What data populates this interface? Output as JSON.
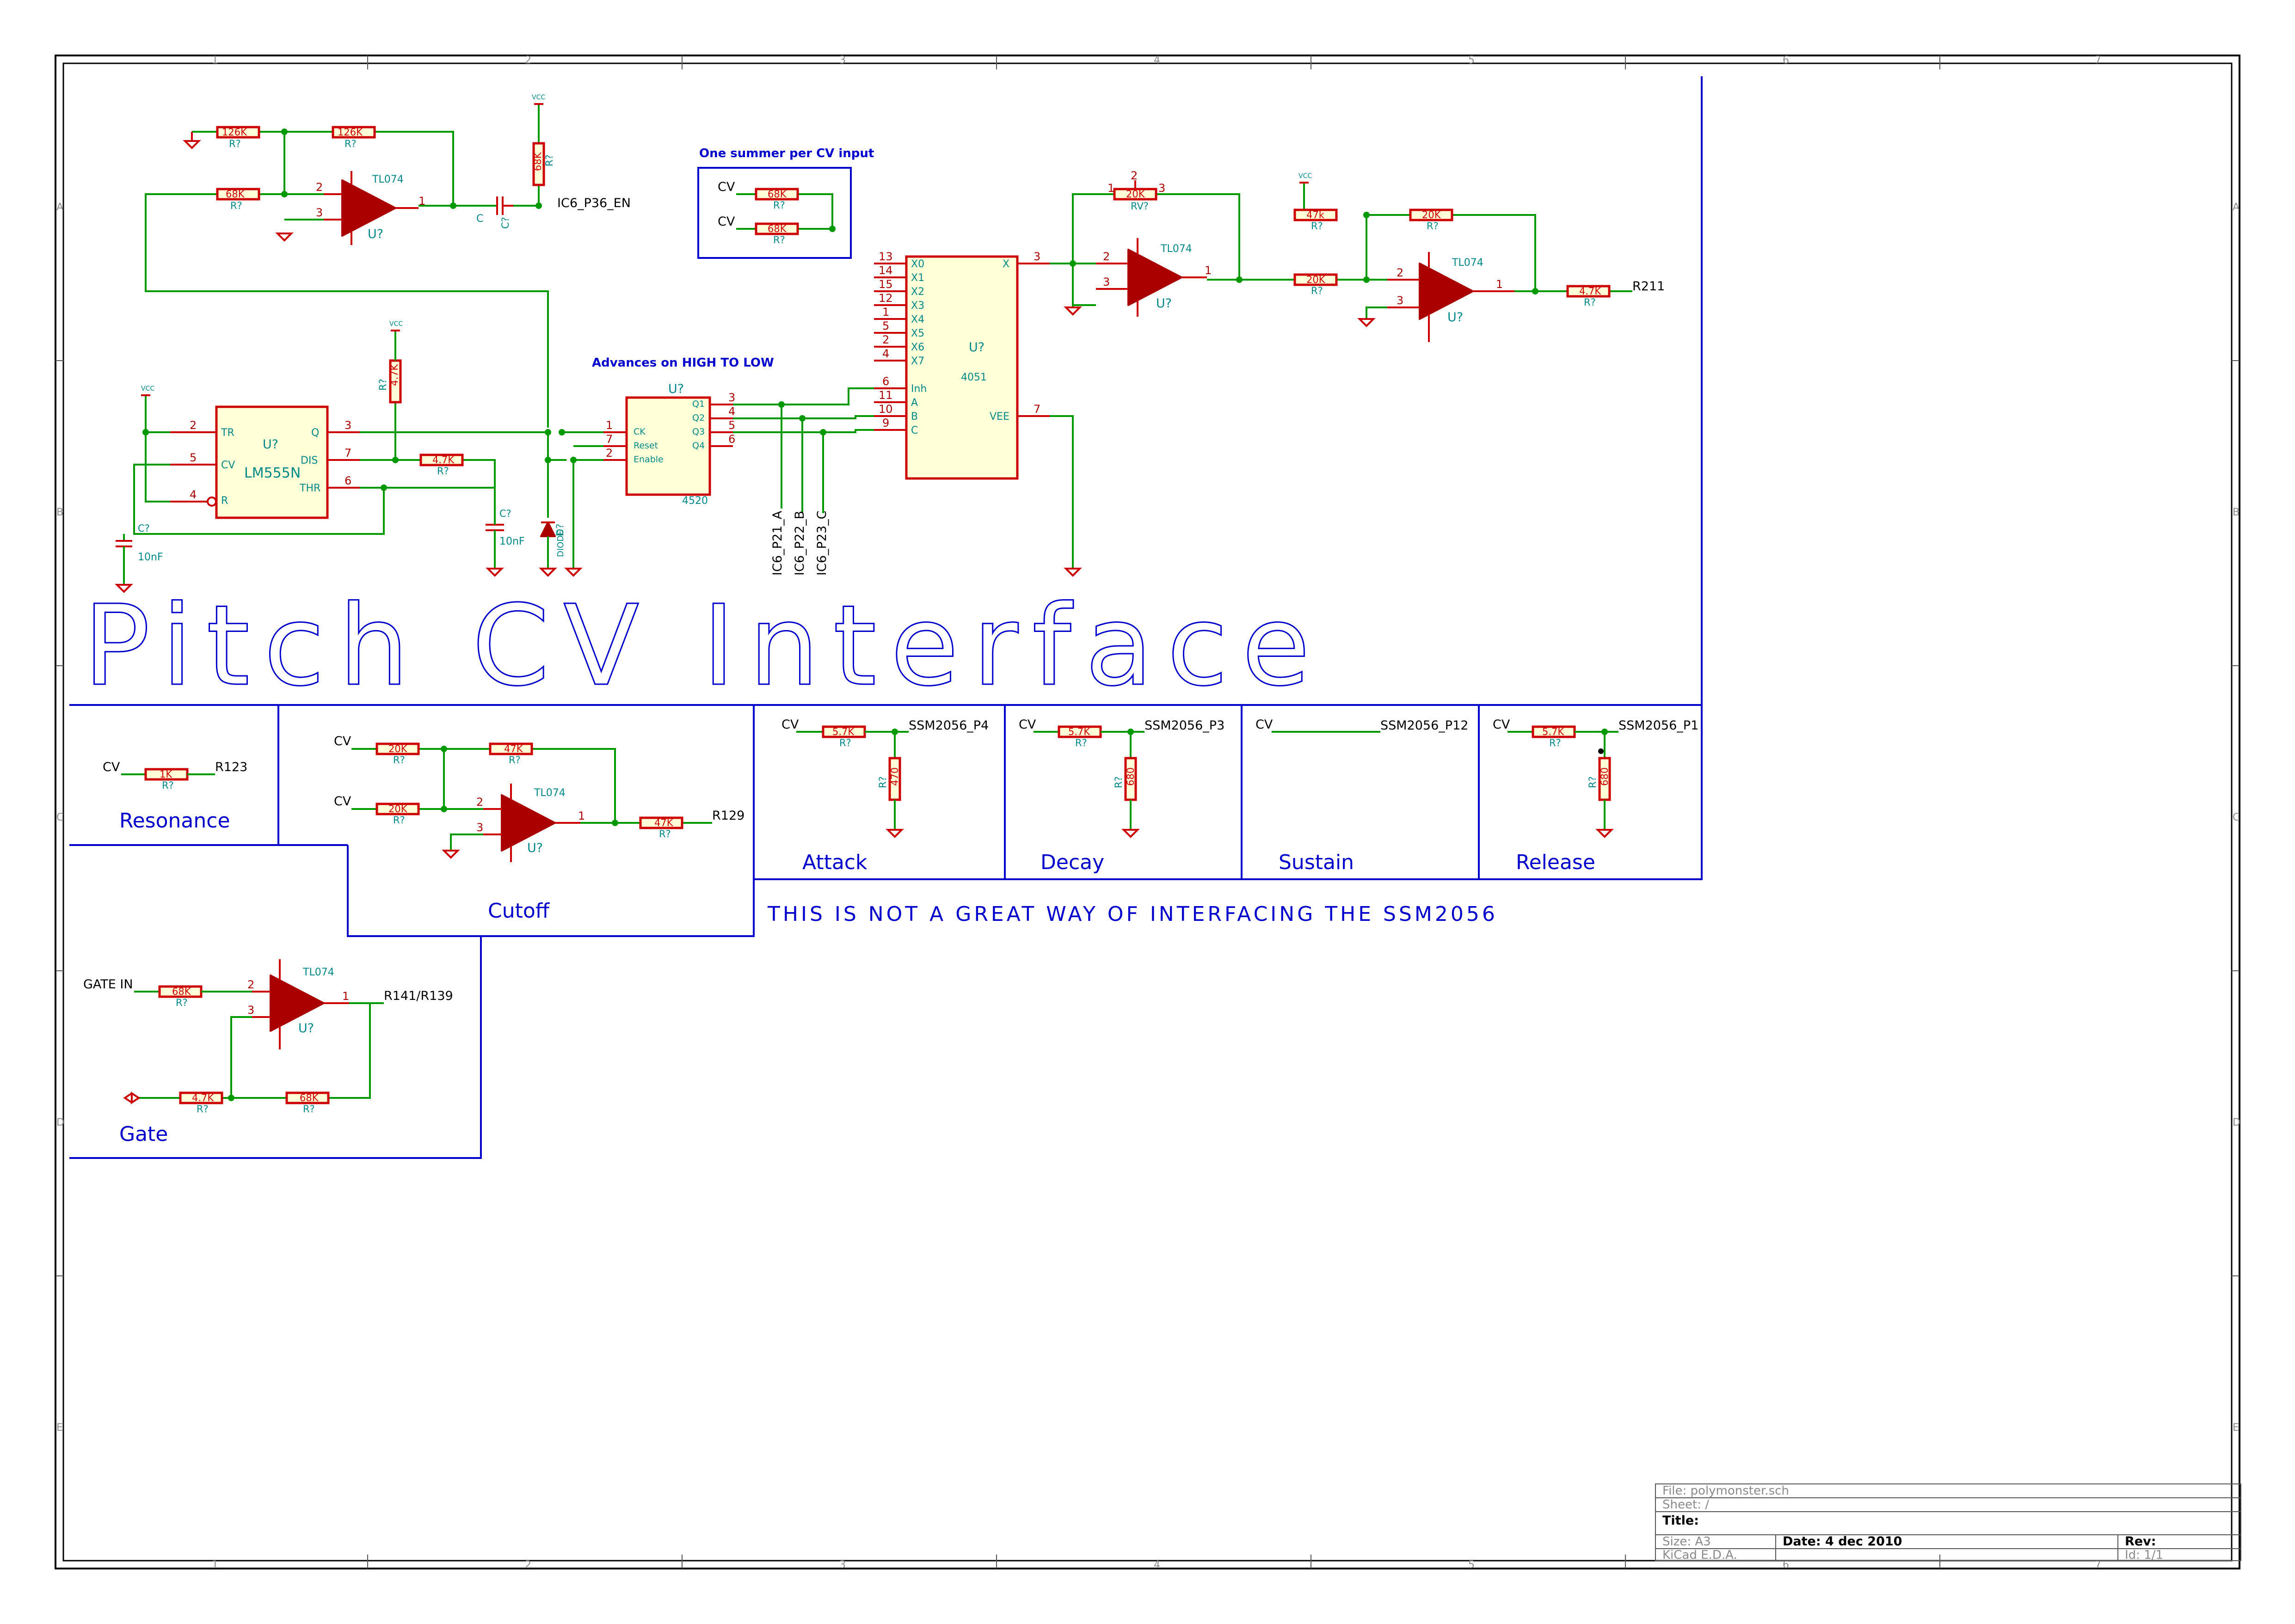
{
  "diagram": {
    "title": "Pitch CV Interface",
    "warning": "THIS IS NOT A GREAT WAY OF INTERFACING THE SSM2056",
    "notes": {
      "summer": "One summer per CV input",
      "advances": "Advances on HIGH TO LOW"
    },
    "ruler_numbers": [
      "1",
      "2",
      "3",
      "4",
      "5",
      "6",
      "7"
    ],
    "ruler_letters": [
      "A",
      "B",
      "C",
      "D",
      "E"
    ],
    "sections": {
      "resonance": "Resonance",
      "cutoff": "Cutoff",
      "gate": "Gate",
      "attack": "Attack",
      "decay": "Decay",
      "sustain": "Sustain",
      "release": "Release"
    },
    "net_labels": {
      "ic6_p36": "IC6_P36_EN",
      "ic6_p21": "IC6_P21_A",
      "ic6_p22": "IC6_P22_B",
      "ic6_p23": "IC6_P23_C",
      "r211": "R211",
      "r123": "R123",
      "r129": "R129",
      "r141": "R141/R139",
      "cv": "CV",
      "gate_in": "GATE IN",
      "ssm_p4": "SSM2056_P4",
      "ssm_p3": "SSM2056_P3",
      "ssm_p12": "SSM2056_P12",
      "ssm_p1": "SSM2056_P1",
      "vcc": "VCC"
    },
    "parts": {
      "r_ref": "R?",
      "u_ref": "U?",
      "c_ref": "C?",
      "rv_ref": "RV?",
      "d_ref": "D?",
      "c_val": "C",
      "tl074": "TL074",
      "lm555": "LM555N",
      "ic4520": "4520",
      "ic4051": "4051",
      "diode": "DIODE",
      "c10n": "10nF",
      "v126k": "126K",
      "v68k": "68K",
      "v4k7": "4.7K",
      "v47k": "47K",
      "v47k_lower": "47k",
      "v20k": "20K",
      "v1k": "1K",
      "v5k7": "5.7K",
      "v470": "470",
      "v680": "680"
    },
    "pins": {
      "tr": "TR",
      "cv": "CV",
      "r": "R",
      "q": "Q",
      "dis": "DIS",
      "thr": "THR",
      "ck": "CK",
      "reset": "Reset",
      "enable": "Enable",
      "q1": "Q1",
      "q2": "Q2",
      "q3": "Q3",
      "q4": "Q4",
      "x0": "X0",
      "x1": "X1",
      "x2": "X2",
      "x3": "X3",
      "x4": "X4",
      "x5": "X5",
      "x6": "X6",
      "x7": "X7",
      "inh": "Inh",
      "a": "A",
      "b": "B",
      "c": "C",
      "x": "X",
      "vee": "VEE"
    },
    "pin_numbers": {
      "n1": "1",
      "n2": "2",
      "n3": "3",
      "n4": "4",
      "n5": "5",
      "n6": "6",
      "n7": "7",
      "n9": "9",
      "n10": "10",
      "n11": "11",
      "n12": "12",
      "n13": "13",
      "n14": "14",
      "n15": "15"
    }
  },
  "title_block": {
    "file": "File: polymonster.sch",
    "sheet": "Sheet: /",
    "title_label": "Title:",
    "size": "Size: A3",
    "date": "Date: 4 dec 2010",
    "rev": "Rev:",
    "tool": "KiCad E.D.A.",
    "id": "Id: 1/1"
  }
}
